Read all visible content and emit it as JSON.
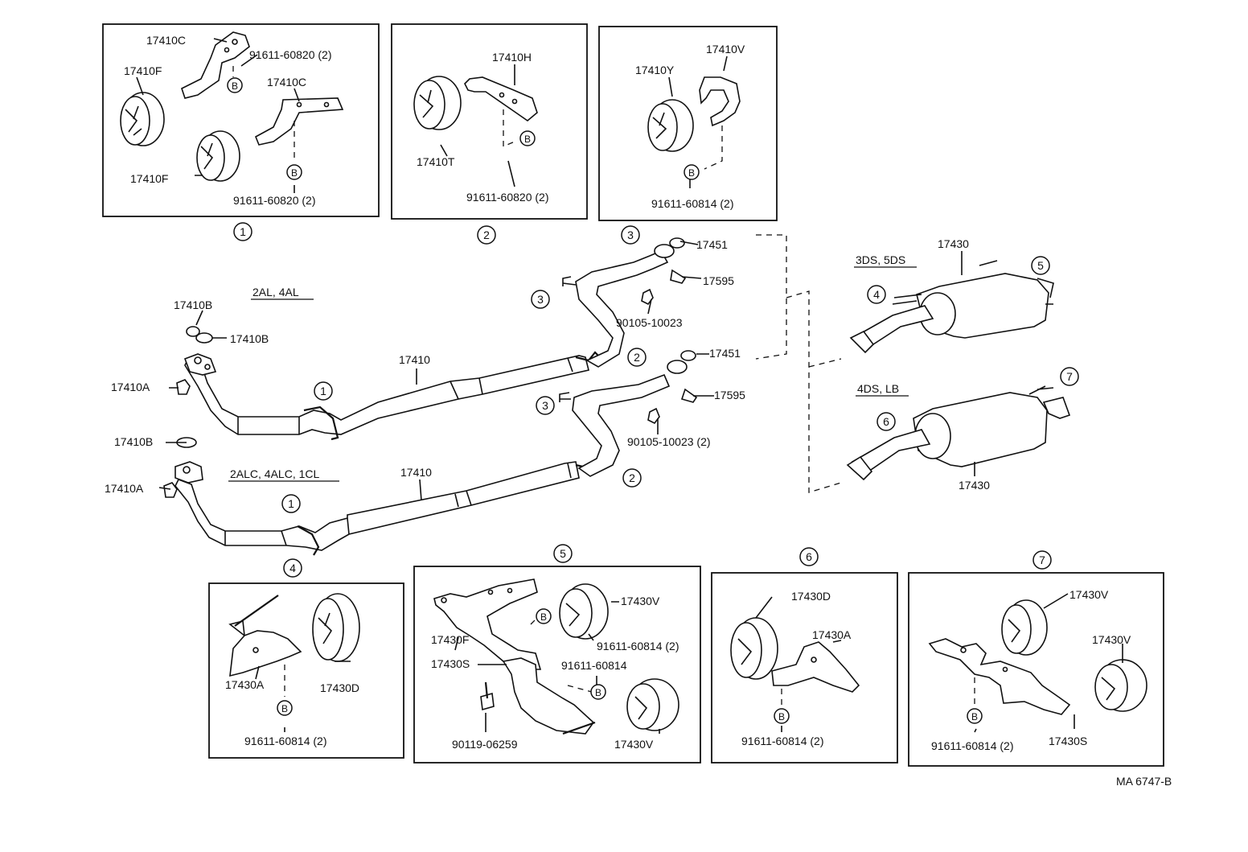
{
  "labels": {
    "p17410C_a": "17410C",
    "p91611_60820_a": "91611-60820 (2)",
    "p17410F_a": "17410F",
    "p17410C_b": "17410C",
    "p17410F_b": "17410F",
    "p91611_60820_b": "91611-60820 (2)",
    "p17410H": "17410H",
    "p17410T": "17410T",
    "p91611_60820_c": "91611-60820 (2)",
    "p17410V": "17410V",
    "p17410Y": "17410Y",
    "p91611_60814_a": "91611-60814 (2)",
    "p17451_a": "17451",
    "p17595_a": "17595",
    "p90105_a": "90105-10023",
    "p17451_b": "17451",
    "p17595_b": "17595",
    "p90105_b": "90105-10023 (2)",
    "p17410B_a": "17410B",
    "p17410B_b": "17410B",
    "p17410A_a": "17410A",
    "p17410_a": "17410",
    "p17410B_c": "17410B",
    "p17410A_b": "17410A",
    "p17410_b": "17410",
    "p17430_a": "17430",
    "p17430_b": "17430",
    "p17430D_a": "17430D",
    "p17430A_a": "17430A",
    "p91611_60814_b": "91611-60814 (2)",
    "p17430V_a": "17430V",
    "p17430F": "17430F",
    "p91611_60814_c": "91611-60814 (2)",
    "p17430S_a": "17430S",
    "p91611_60814_d": "91611-60814",
    "p90119": "90119-06259",
    "p17430V_b": "17430V",
    "p17430D_b": "17430D",
    "p17430A_b": "17430A",
    "p91611_60814_e": "91611-60814 (2)",
    "p17430V_c": "17430V",
    "p17430V_d": "17430V",
    "p91611_60814_f": "91611-60814 (2)",
    "p17430S_b": "17430S"
  },
  "variants": {
    "v_2al": "2AL, 4AL",
    "v_2alc": "2ALC, 4ALC, 1CL",
    "v_3ds": "3DS, 5DS",
    "v_4ds": "4DS, LB"
  },
  "callouts": {
    "one": "1",
    "two": "2",
    "three": "3",
    "four": "4",
    "five": "5",
    "six": "6",
    "seven": "7",
    "bolt": "B"
  },
  "ref_code": "MA 6747-B"
}
